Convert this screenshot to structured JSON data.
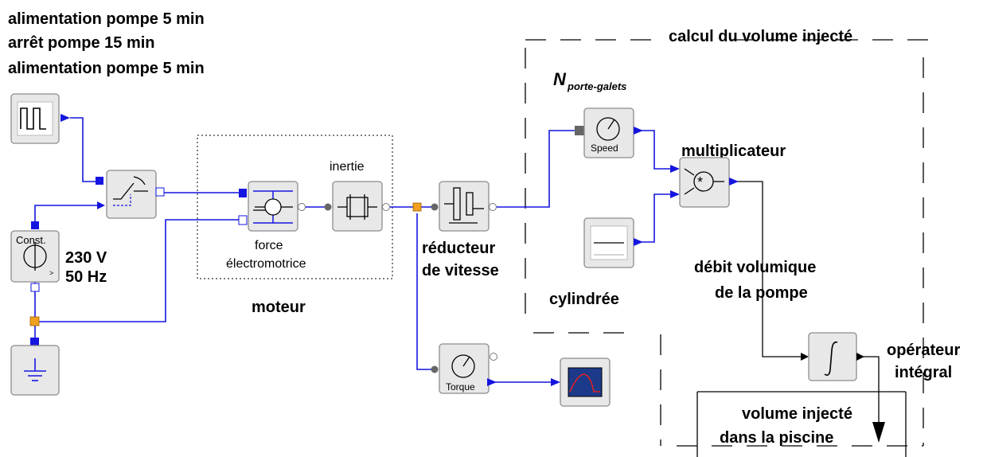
{
  "header": {
    "line1": "alimentation pompe 5 min",
    "line2": "arrêt pompe 15 min",
    "line3": "alimentation pompe 5 min"
  },
  "labels": {
    "calcul": "calcul du volume injecté",
    "n_base": "N",
    "n_sub": "porte-galets",
    "multiplicateur": "multiplicateur",
    "inertie": "inertie",
    "voltage": "230 V",
    "freq": "50 Hz",
    "force": "force",
    "electromotrice": "électromotrice",
    "reducteur1": "réducteur",
    "reducteur2": "de vitesse",
    "moteur": "moteur",
    "cylindree": "cylindrée",
    "debit1": "débit volumique",
    "debit2": "de la pompe",
    "operateur1": "opérateur",
    "operateur2": "intégral",
    "volume1": "volume injecté",
    "volume2": "dans la piscine"
  },
  "blocks": {
    "const_text": "Const.",
    "speed_text": "Speed",
    "torque_text": "Torque"
  },
  "colors": {
    "signal_wire": "#1515e0",
    "electric_node": "#f0a020",
    "block_fill": "#e8e8e8"
  }
}
